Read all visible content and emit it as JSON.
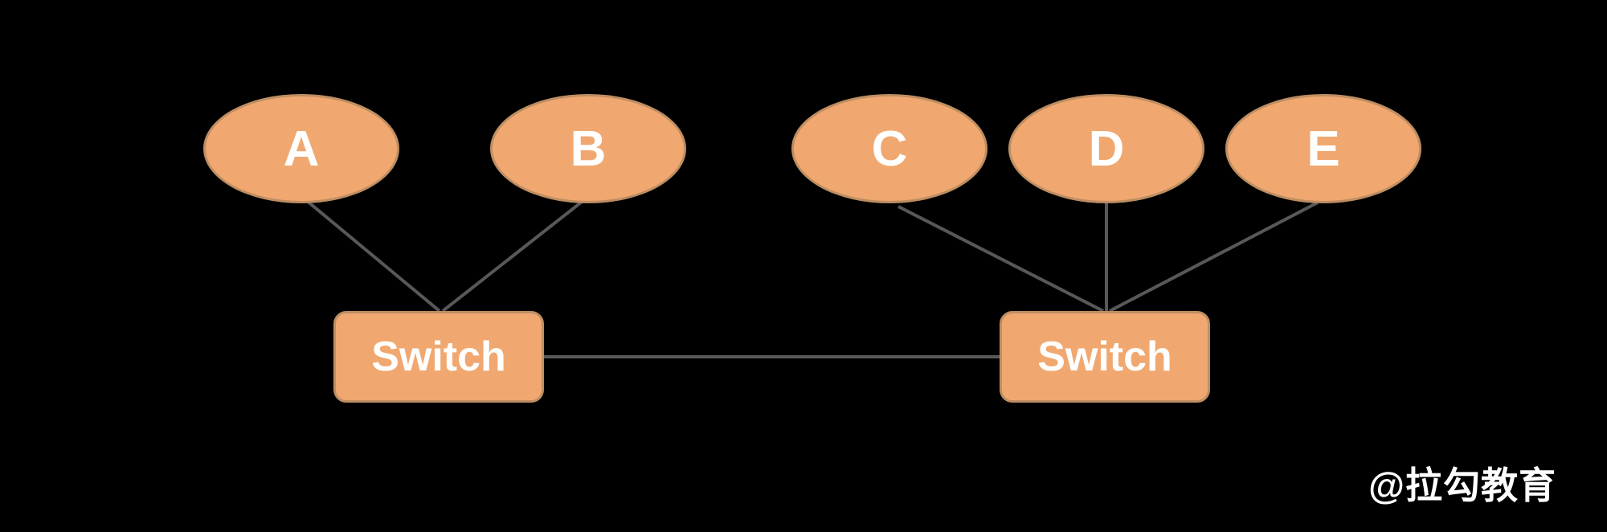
{
  "diagram": {
    "type": "network-topology",
    "hosts": [
      {
        "id": "A",
        "label": "A"
      },
      {
        "id": "B",
        "label": "B"
      },
      {
        "id": "C",
        "label": "C"
      },
      {
        "id": "D",
        "label": "D"
      },
      {
        "id": "E",
        "label": "E"
      }
    ],
    "switches": [
      {
        "id": "switch-left",
        "label": "Switch"
      },
      {
        "id": "switch-right",
        "label": "Switch"
      }
    ],
    "edges": [
      {
        "from": "A",
        "to": "switch-left"
      },
      {
        "from": "B",
        "to": "switch-left"
      },
      {
        "from": "C",
        "to": "switch-right"
      },
      {
        "from": "D",
        "to": "switch-right"
      },
      {
        "from": "E",
        "to": "switch-right"
      },
      {
        "from": "switch-left",
        "to": "switch-right"
      }
    ],
    "watermark": "@拉勾教育",
    "colors": {
      "background": "#000000",
      "node_fill": "#F0A870",
      "node_border": "#BE8E62",
      "link": "#58585A",
      "label": "#FFFFFF"
    }
  }
}
